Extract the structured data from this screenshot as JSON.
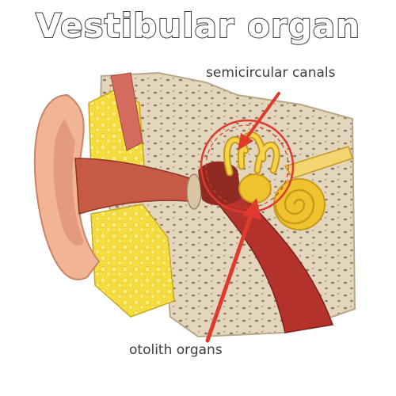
{
  "title": "Vestibular organ",
  "labels": {
    "semicircular_canals": "semicircular canals",
    "otolith_organs": "otolith organs"
  },
  "colors": {
    "bone": "#e3d6bd",
    "fat": "#f6df3c",
    "skin": "#f1b495",
    "canal_red": "#b3322b",
    "inner_ear_gold": "#f0c32e",
    "arrow_red": "#e03a2f"
  }
}
